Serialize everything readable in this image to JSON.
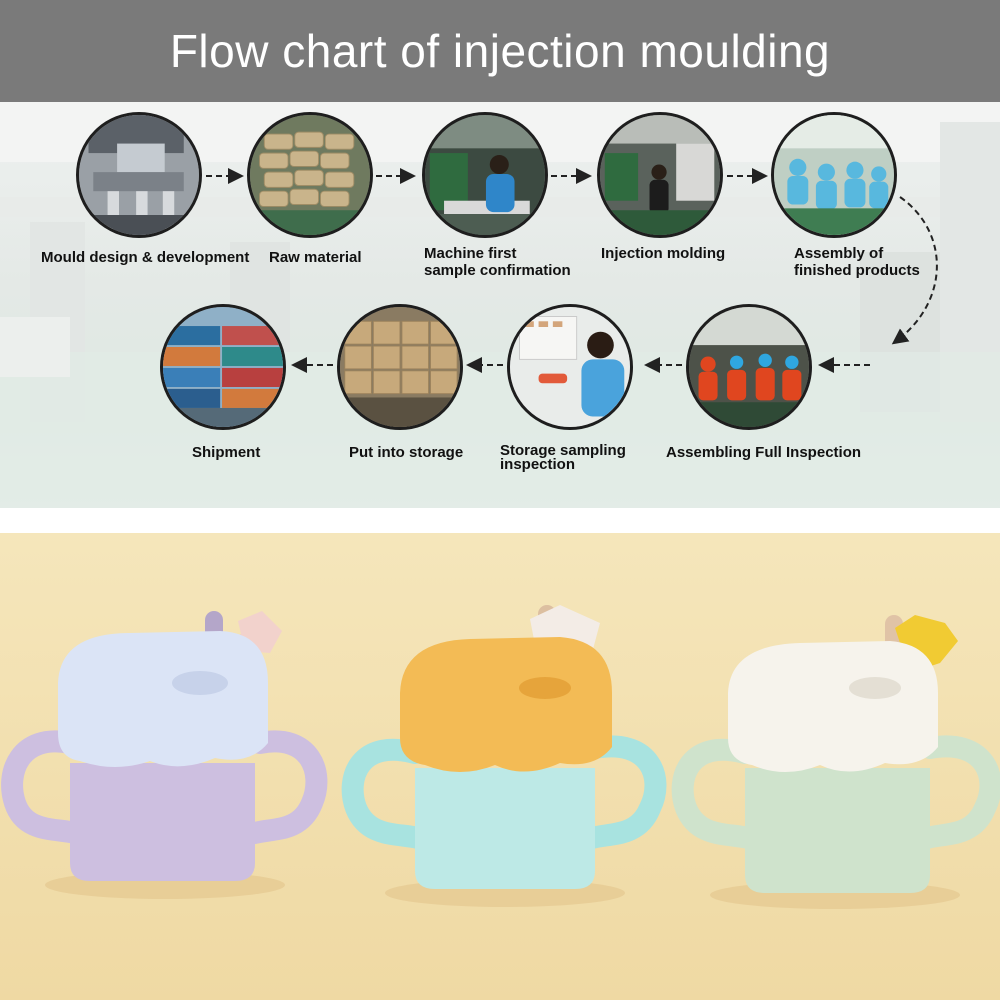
{
  "title": "Flow chart of injection moulding",
  "steps": [
    {
      "label_lines": [
        "Mould design & development"
      ],
      "icon": "mould-machine"
    },
    {
      "label_lines": [
        "Raw material"
      ],
      "icon": "material-sacks"
    },
    {
      "label_lines": [
        "Machine first",
        "sample confirmation"
      ],
      "icon": "worker-at-machine"
    },
    {
      "label_lines": [
        "Injection molding"
      ],
      "icon": "injection-line"
    },
    {
      "label_lines": [
        "Assembly of",
        "finished products"
      ],
      "icon": "assembly-workers"
    },
    {
      "label_lines": [
        "Assembling Full Inspection"
      ],
      "icon": "inspection-workers"
    },
    {
      "label_lines": [
        "Storage sampling",
        "inspection"
      ],
      "icon": "sampling-worker"
    },
    {
      "label_lines": [
        "Put into storage"
      ],
      "icon": "carton-stacks"
    },
    {
      "label_lines": [
        "Shipment"
      ],
      "icon": "shipping-containers"
    }
  ],
  "colors": {
    "banner": "#7a7a7a",
    "photo_background": "#f3e3b5",
    "cup1_lid": "#dbe4f6",
    "cup1_body": "#cdbfe0",
    "cup2_lid": "#f3bb55",
    "cup2_body": "#bde9e6",
    "cup3_lid": "#f6f3ec",
    "cup3_body": "#cfe3cc"
  }
}
